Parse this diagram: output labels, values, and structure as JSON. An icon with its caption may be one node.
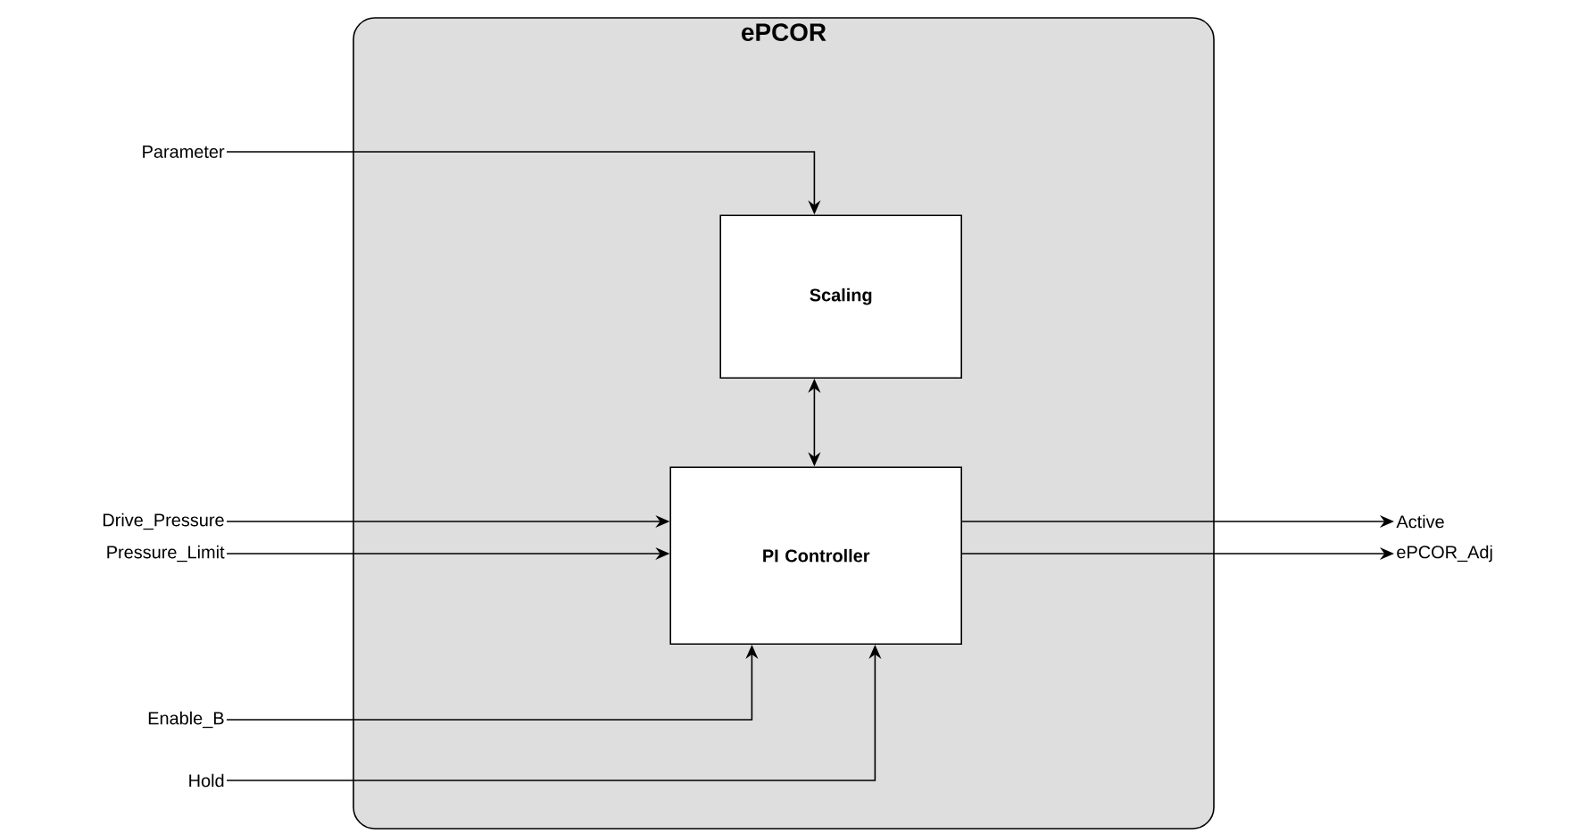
{
  "diagram": {
    "nodes": [
      {
        "text": [
          "ePCOR"
        ]
      },
      {
        "text": [
          "Scaling"
        ],
        "in": 0
      },
      {
        "text": [
          "PI Controller"
        ],
        "in": 0
      },
      {
        "text": [
          "Parameter"
        ]
      },
      {
        "text": [
          "Drive_Pressure"
        ]
      },
      {
        "text": [
          "Pressure_Limit"
        ]
      },
      {
        "text": [
          "Enable_B"
        ]
      },
      {
        "text": [
          "Hold"
        ]
      },
      {
        "text": [
          "Active"
        ]
      },
      {
        "text": [
          "ePCOR_Adj"
        ]
      }
    ],
    "edges": [
      {
        "from": 3,
        "to": 1,
        "arrow": "to"
      },
      {
        "from": 1,
        "to": 2,
        "arrow": "both"
      },
      {
        "from": 4,
        "to": 2,
        "arrow": "to"
      },
      {
        "from": 5,
        "to": 2,
        "arrow": "to"
      },
      {
        "from": 6,
        "to": 2,
        "arrow": "to"
      },
      {
        "from": 7,
        "to": 2,
        "arrow": "to"
      },
      {
        "from": 2,
        "to": 8,
        "arrow": "to"
      },
      {
        "from": 2,
        "to": 9,
        "arrow": "to"
      }
    ]
  }
}
